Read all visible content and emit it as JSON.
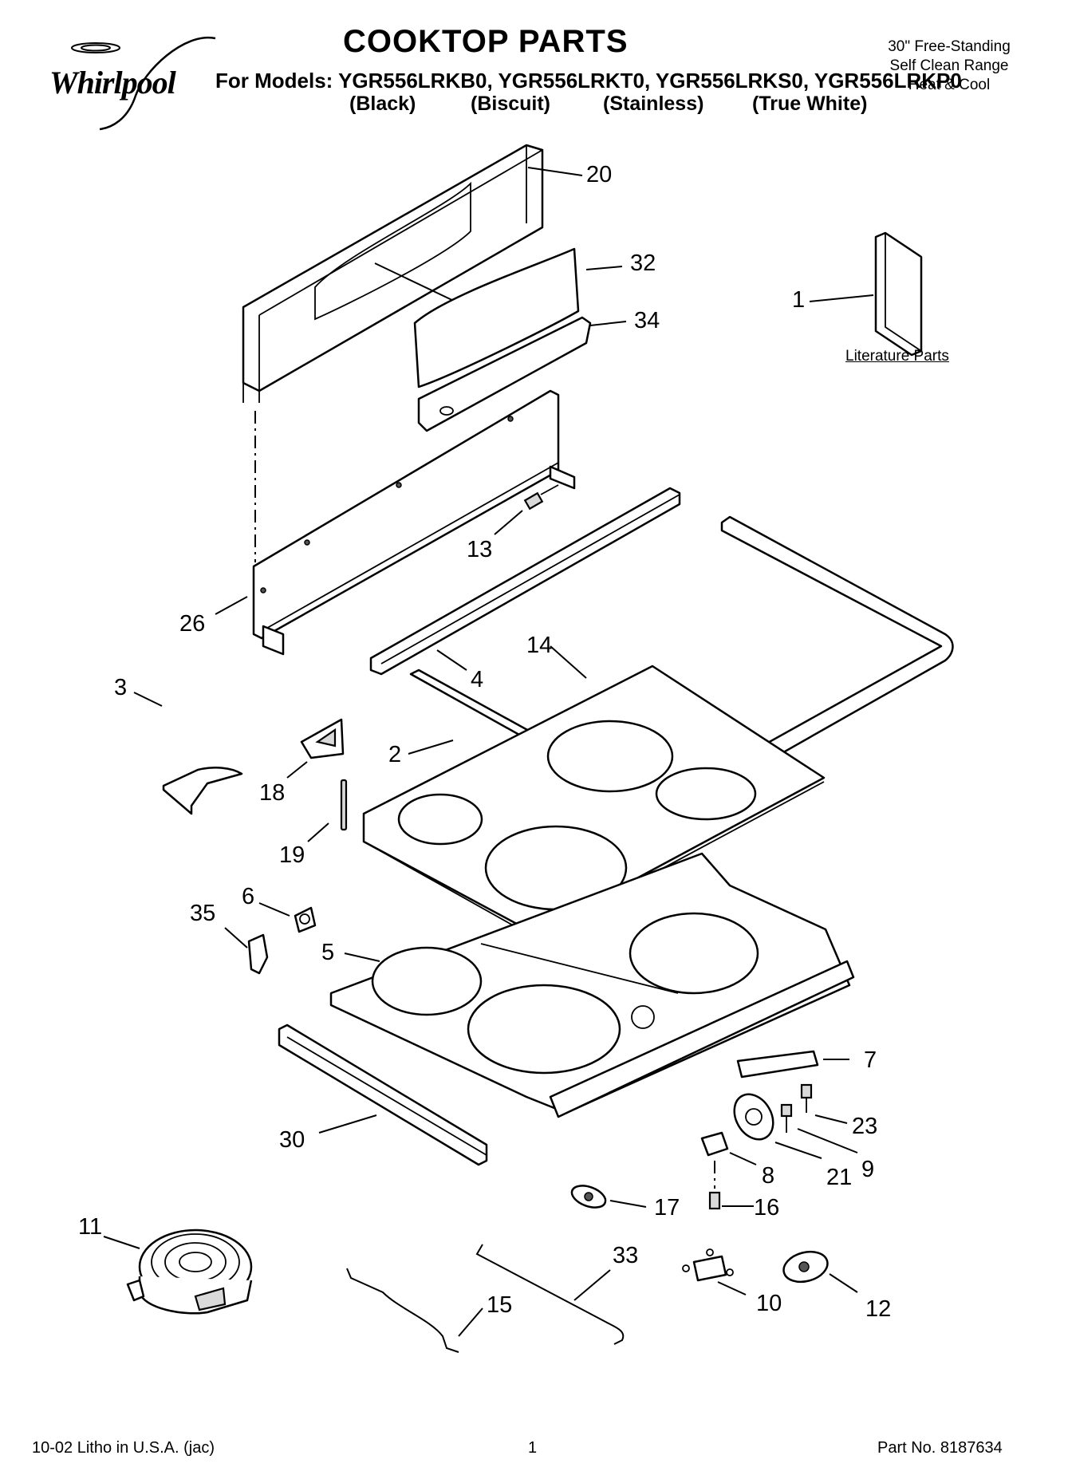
{
  "header": {
    "title": "COOKTOP PARTS",
    "models_line": "For Models: YGR556LRKB0, YGR556LRKT0, YGR556LRKS0, YGR556LRKP0",
    "variants": [
      "(Black)",
      "(Biscuit)",
      "(Stainless)",
      "(True White)"
    ],
    "right_lines": [
      "30\" Free-Standing",
      "Self Clean Range",
      "Heat & Cool"
    ]
  },
  "logo": {
    "brand": "Whirlpool"
  },
  "diagram": {
    "literature_caption": "Literature Parts",
    "callouts": [
      "20",
      "32",
      "34",
      "1",
      "13",
      "26",
      "4",
      "14",
      "3",
      "2",
      "18",
      "19",
      "6",
      "35",
      "5",
      "7",
      "23",
      "30",
      "8",
      "21",
      "9",
      "17",
      "16",
      "11",
      "33",
      "10",
      "15",
      "12"
    ]
  },
  "footer": {
    "left": "10-02 Litho in U.S.A. (jac)",
    "page": "1",
    "right": "Part No. 8187634"
  }
}
